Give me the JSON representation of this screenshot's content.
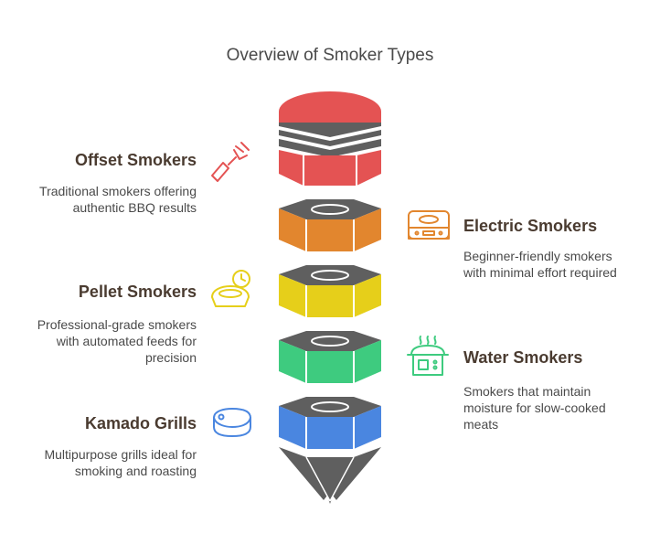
{
  "title": "Overview of Smoker Types",
  "colors": {
    "offset": "#e45353",
    "electric": "#e2862e",
    "pellet": "#e6cf1a",
    "water": "#3ecb7f",
    "kamado": "#4a86e0",
    "hex_top": "#5f5f5f",
    "label_text": "#4a3b30"
  },
  "items": [
    {
      "name": "Offset Smokers",
      "desc": [
        "Traditional smokers offering",
        "authentic BBQ results"
      ],
      "icon": "grill-fork-icon",
      "color": "#e45353"
    },
    {
      "name": "Electric Smokers",
      "desc": [
        "Beginner-friendly smokers",
        "with minimal effort required"
      ],
      "icon": "electric-smoker-icon",
      "color": "#e2862e"
    },
    {
      "name": "Pellet Smokers",
      "desc": [
        "Professional-grade smokers",
        "with automated feeds for",
        "precision"
      ],
      "icon": "timer-bowl-icon",
      "color": "#e6cf1a"
    },
    {
      "name": "Water Smokers",
      "desc": [
        "Smokers that maintain",
        "moisture for slow-cooked",
        "meats"
      ],
      "icon": "steaming-pot-icon",
      "color": "#3ecb7f"
    },
    {
      "name": "Kamado Grills",
      "desc": [
        "Multipurpose grills ideal for",
        "smoking and roasting"
      ],
      "icon": "kamado-egg-icon",
      "color": "#4a86e0"
    }
  ]
}
